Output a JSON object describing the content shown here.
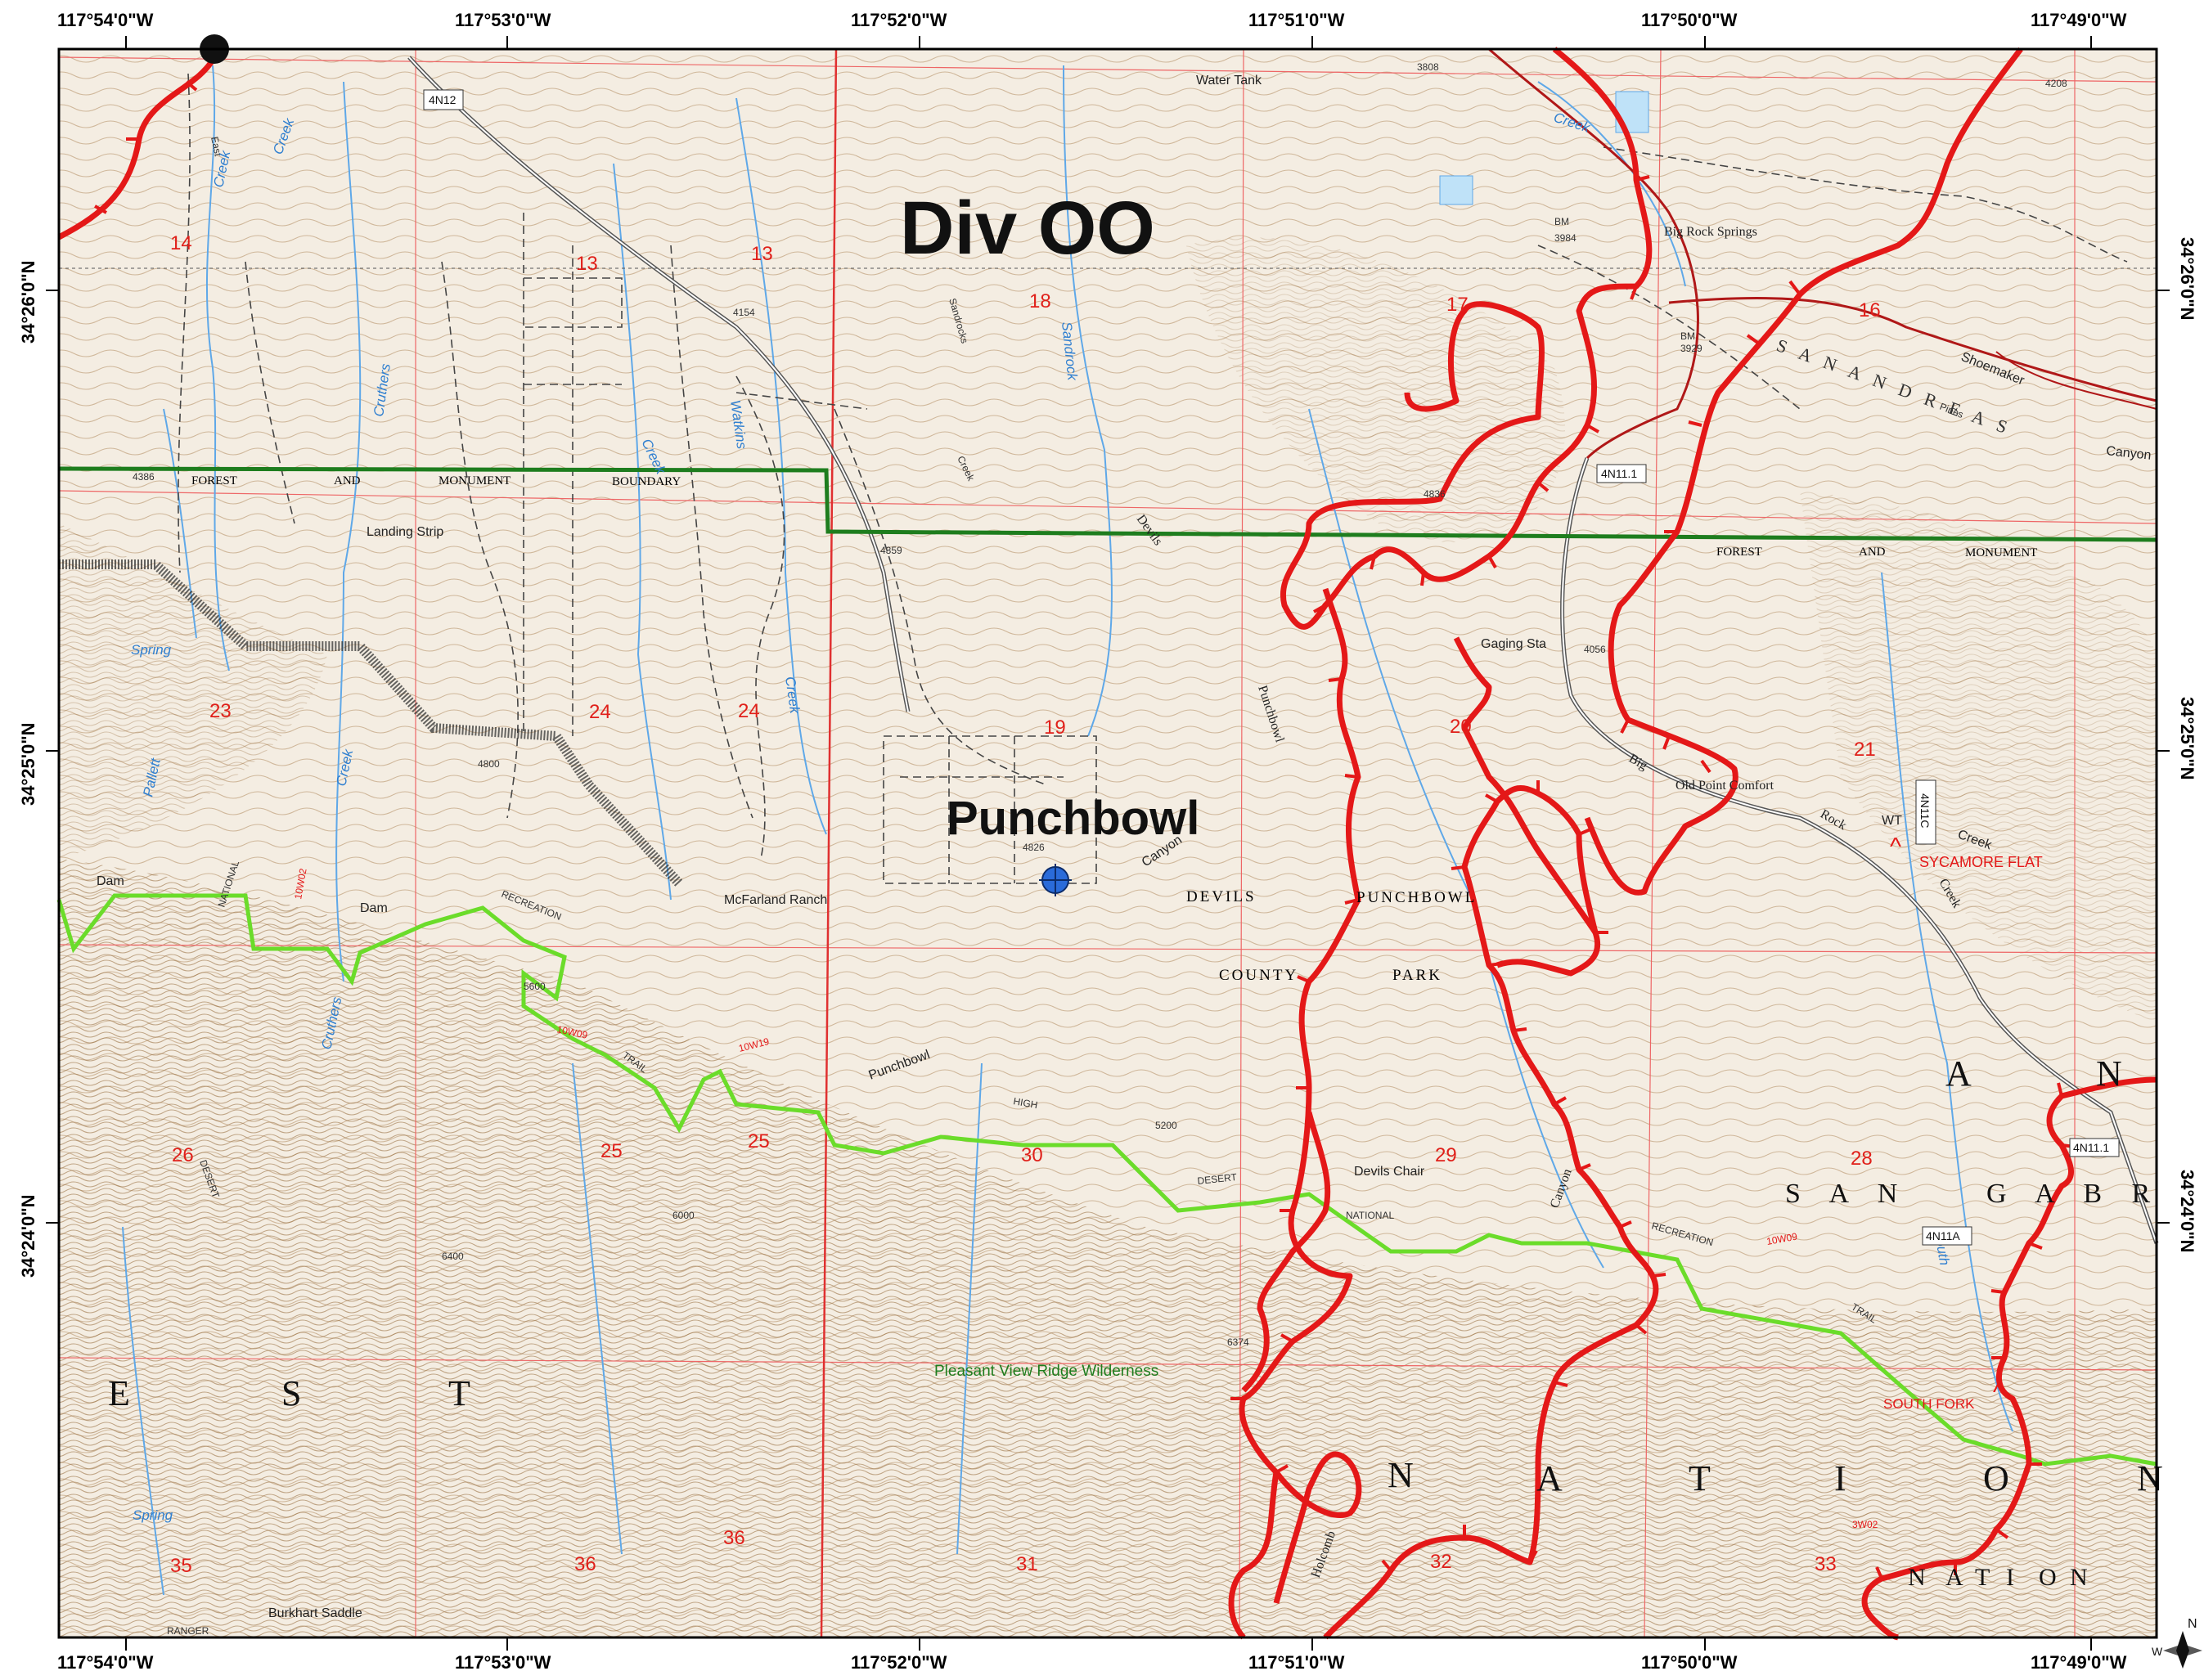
{
  "map": {
    "division_label": "Div OO",
    "location_label": "Punchbowl",
    "longitude_ticks": [
      "117°54'0\"W",
      "117°53'0\"W",
      "117°52'0\"W",
      "117°51'0\"W",
      "117°50'0\"W",
      "117°49'0\"W"
    ],
    "latitude_ticks": [
      "34°26'0\"N",
      "34°25'0\"N",
      "34°24'0\"N"
    ],
    "section_numbers": [
      "14",
      "13",
      "13",
      "18",
      "17",
      "16",
      "23",
      "24",
      "24",
      "19",
      "20",
      "21",
      "26",
      "25",
      "25",
      "30",
      "29",
      "28",
      "35",
      "36",
      "36",
      "31",
      "32",
      "33"
    ],
    "place_names": {
      "water_tank": "Water Tank",
      "big_rock_springs": "Big Rock Springs",
      "gaging_sta": "Gaging Sta",
      "old_point_comfort": "Old Point Comfort",
      "sycamore_flat": "SYCAMORE FLAT",
      "landing_strip": "Landing Strip",
      "mcfarland_ranch": "McFarland Ranch",
      "dam1": "Dam",
      "dam2": "Dam",
      "devils_chair": "Devils Chair",
      "south_fork": "SOUTH FORK",
      "pleasant_view": "Pleasant View Ridge Wilderness",
      "burkhart_saddle": "Burkhart Saddle",
      "wt": "WT",
      "bm1": "BM",
      "bm2": "BM",
      "spring1": "Spring",
      "spring2": "Spring"
    },
    "boundary_words": [
      "FOREST",
      "AND",
      "MONUMENT",
      "BOUNDARY"
    ],
    "boundary_words_east": [
      "FOREST",
      "AND",
      "MONUMENT"
    ],
    "park_words": [
      "DEVILS",
      "PUNCHBOWL",
      "COUNTY",
      "PARK"
    ],
    "trail_words": [
      "HIGH",
      "DESERT",
      "NATIONAL",
      "RECREATION",
      "TRAIL"
    ],
    "west_trail_words": [
      "NATIONAL",
      "RECREATION",
      "TRAIL",
      "DESERT",
      "RANGER"
    ],
    "region_words_west": [
      "E",
      "S",
      "T"
    ],
    "region_words_nation": [
      "N",
      "A",
      "T",
      "I",
      "O",
      "N"
    ],
    "san_gabriel_words": [
      "S A N",
      "G A B R"
    ],
    "an_words": [
      "A",
      "N"
    ],
    "san_andreas": "S A N   A N D R E A S",
    "water_names": [
      "Creek",
      "East",
      "Creek",
      "Cruthers",
      "Creek",
      "Watkins",
      "Creek",
      "Pallett",
      "Cruthers",
      "Creek",
      "Sandrock",
      "Sandrocks",
      "Creek",
      "Devils",
      "Punchbowl",
      "Canyon",
      "Punchbowl",
      "Canyon",
      "Big",
      "Rock",
      "Creek",
      "South",
      "Holcomb",
      "Shoemaker",
      "Pines",
      "Canyon",
      "Creek"
    ],
    "road_ids": [
      "4N12",
      "4N11.1",
      "4N11.1",
      "4N11A",
      "4N11C",
      "10W02",
      "10W09",
      "10W09",
      "3W02",
      "10W19"
    ],
    "elevations": [
      "4386",
      "4154",
      "4359",
      "4836",
      "4056",
      "4826",
      "3808",
      "3984",
      "3929",
      "4208",
      "6374",
      "5600",
      "6000",
      "6400",
      "4800",
      "5200"
    ],
    "north_arrow": "N",
    "west_arrow": "W"
  }
}
